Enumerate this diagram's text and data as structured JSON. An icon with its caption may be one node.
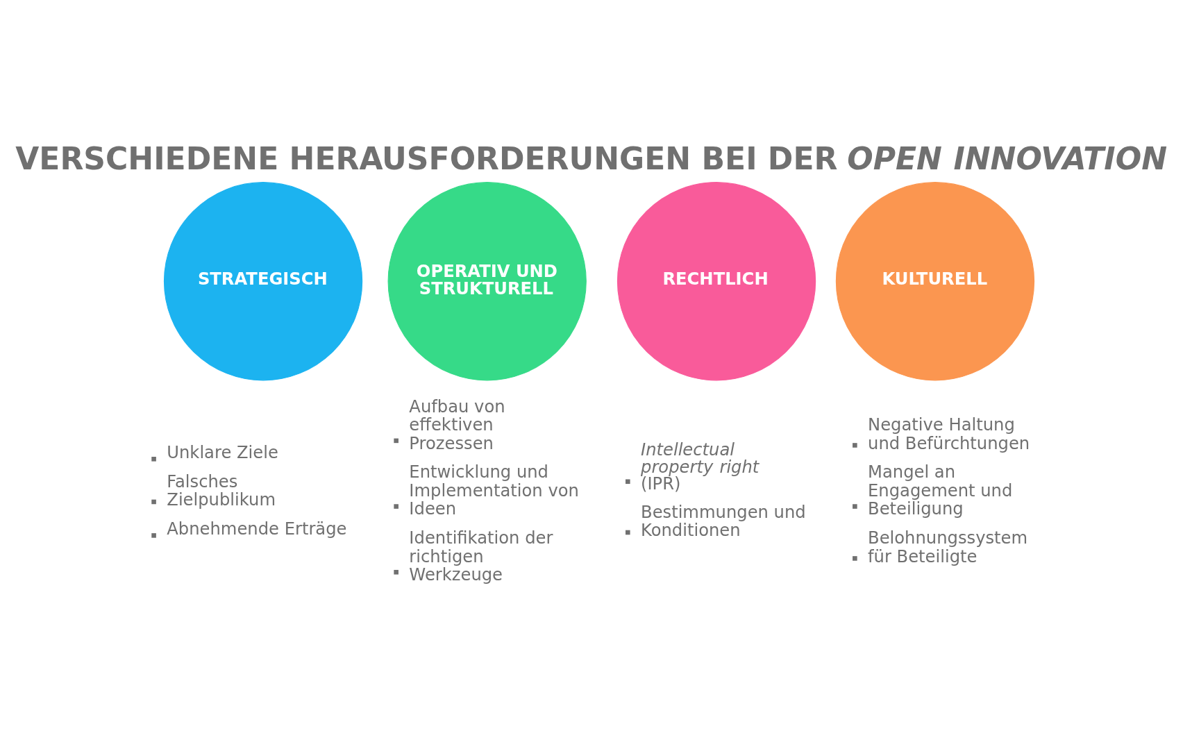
{
  "diagram": {
    "title": "VERSCHIEDENE HERAUSFORDERUNGEN BEI DER *OPEN INNOVATION*",
    "nodes": [
      {
        "text": [
          "STRATEGISCH"
        ],
        "beside": [
          "Unklare Ziele",
          "Falsches Zielpublikum",
          "Abnehmende Erträge"
        ]
      },
      {
        "text": [
          "OPERATIV UND STRUKTURELL"
        ],
        "beside": [
          "Aufbau von effektiven Prozessen",
          "Entwicklung und Implementation von Ideen",
          "Identifikation der richtigen Werkzeuge"
        ]
      },
      {
        "text": [
          "RECHTLICH"
        ],
        "beside": [
          "*Intellectual property right* (IPR)",
          "Bestimmungen und Konditionen"
        ]
      },
      {
        "text": [
          "KULTURELL"
        ],
        "beside": [
          "Negative Haltung und Befürchtungen",
          "Mangel an Engagement und Beteiligung",
          "Belohnungssystem für Beteiligte"
        ]
      }
    ],
    "edges": []
  }
}
